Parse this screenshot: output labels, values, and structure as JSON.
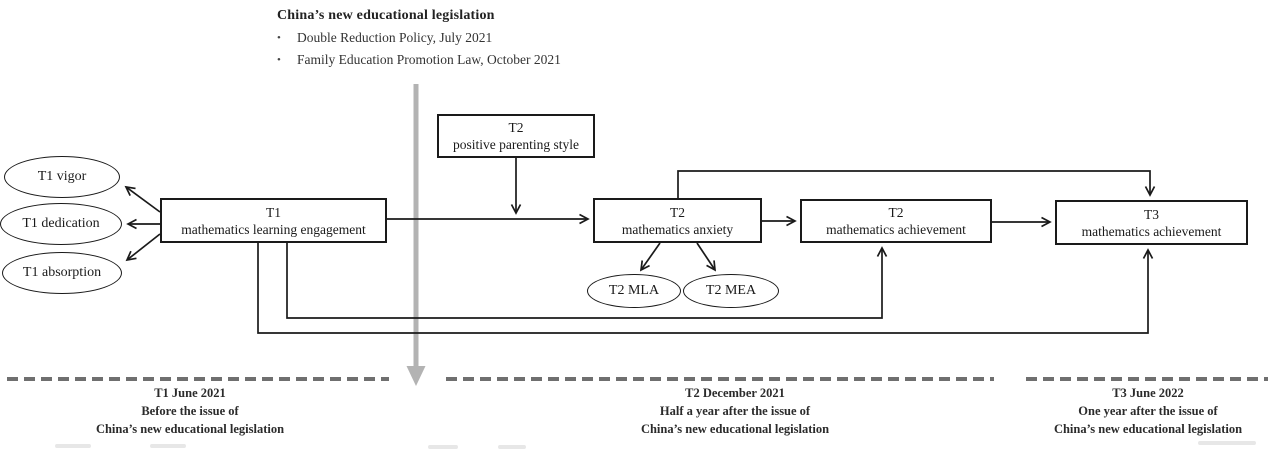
{
  "legislation": {
    "title": "China’s new educational legislation",
    "bullet_glyph": "•",
    "bullets": [
      "Double Reduction Policy, July 2021",
      "Family Education Promotion Law, October 2021"
    ]
  },
  "nodes": {
    "t1_vigor": {
      "label": "T1 vigor"
    },
    "t1_dedication": {
      "label": "T1 dedication"
    },
    "t1_absorption": {
      "label": "T1 absorption"
    },
    "t1_engagement": {
      "line1": "T1",
      "line2": "mathematics learning engagement"
    },
    "t2_parenting": {
      "line1": "T2",
      "line2": "positive parenting style"
    },
    "t2_anxiety": {
      "line1": "T2",
      "line2": "mathematics anxiety"
    },
    "t2_achievement": {
      "line1": "T2",
      "line2": "mathematics achievement"
    },
    "t3_achievement": {
      "line1": "T3",
      "line2": "mathematics achievement"
    },
    "t2_mla": {
      "label": "T2 MLA"
    },
    "t2_mea": {
      "label": "T2 MEA"
    }
  },
  "timeline": [
    {
      "title": "T1 June 2021",
      "line2": "Before the issue of",
      "line3": "China’s new educational legislation"
    },
    {
      "title": "T2 December 2021",
      "line2": "Half a year after the issue of",
      "line3": "China’s new educational legislation"
    },
    {
      "title": "T3 June 2022",
      "line2": "One year after the issue of",
      "line3": "China’s new educational legislation"
    }
  ],
  "colors": {
    "line": "#1a1a1a",
    "gray_arrow": "#b3b3b3",
    "dash": "#6f6f6f"
  }
}
